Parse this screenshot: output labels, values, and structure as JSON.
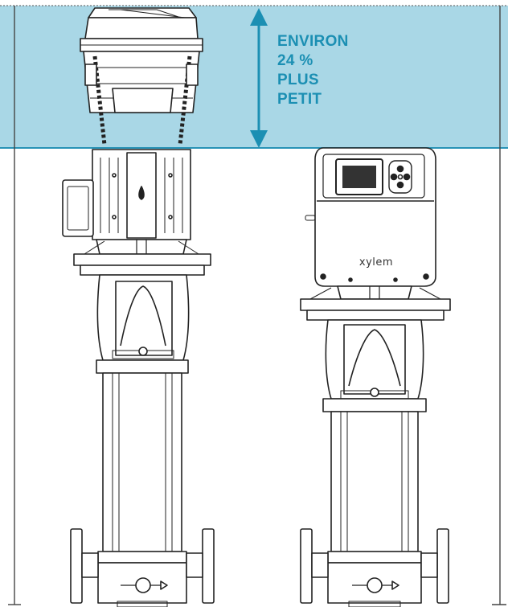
{
  "callout": {
    "lines": [
      "ENVIRON",
      "24 %",
      "PLUS",
      "PETIT"
    ]
  },
  "drive": {
    "brand_label": "xylem"
  },
  "colors": {
    "band_fill": "#a9d7e6",
    "band_edge": "#2793b6",
    "arrow": "#1b8fb3",
    "callout_text": "#1b8fb3",
    "line_art": "#222222"
  }
}
